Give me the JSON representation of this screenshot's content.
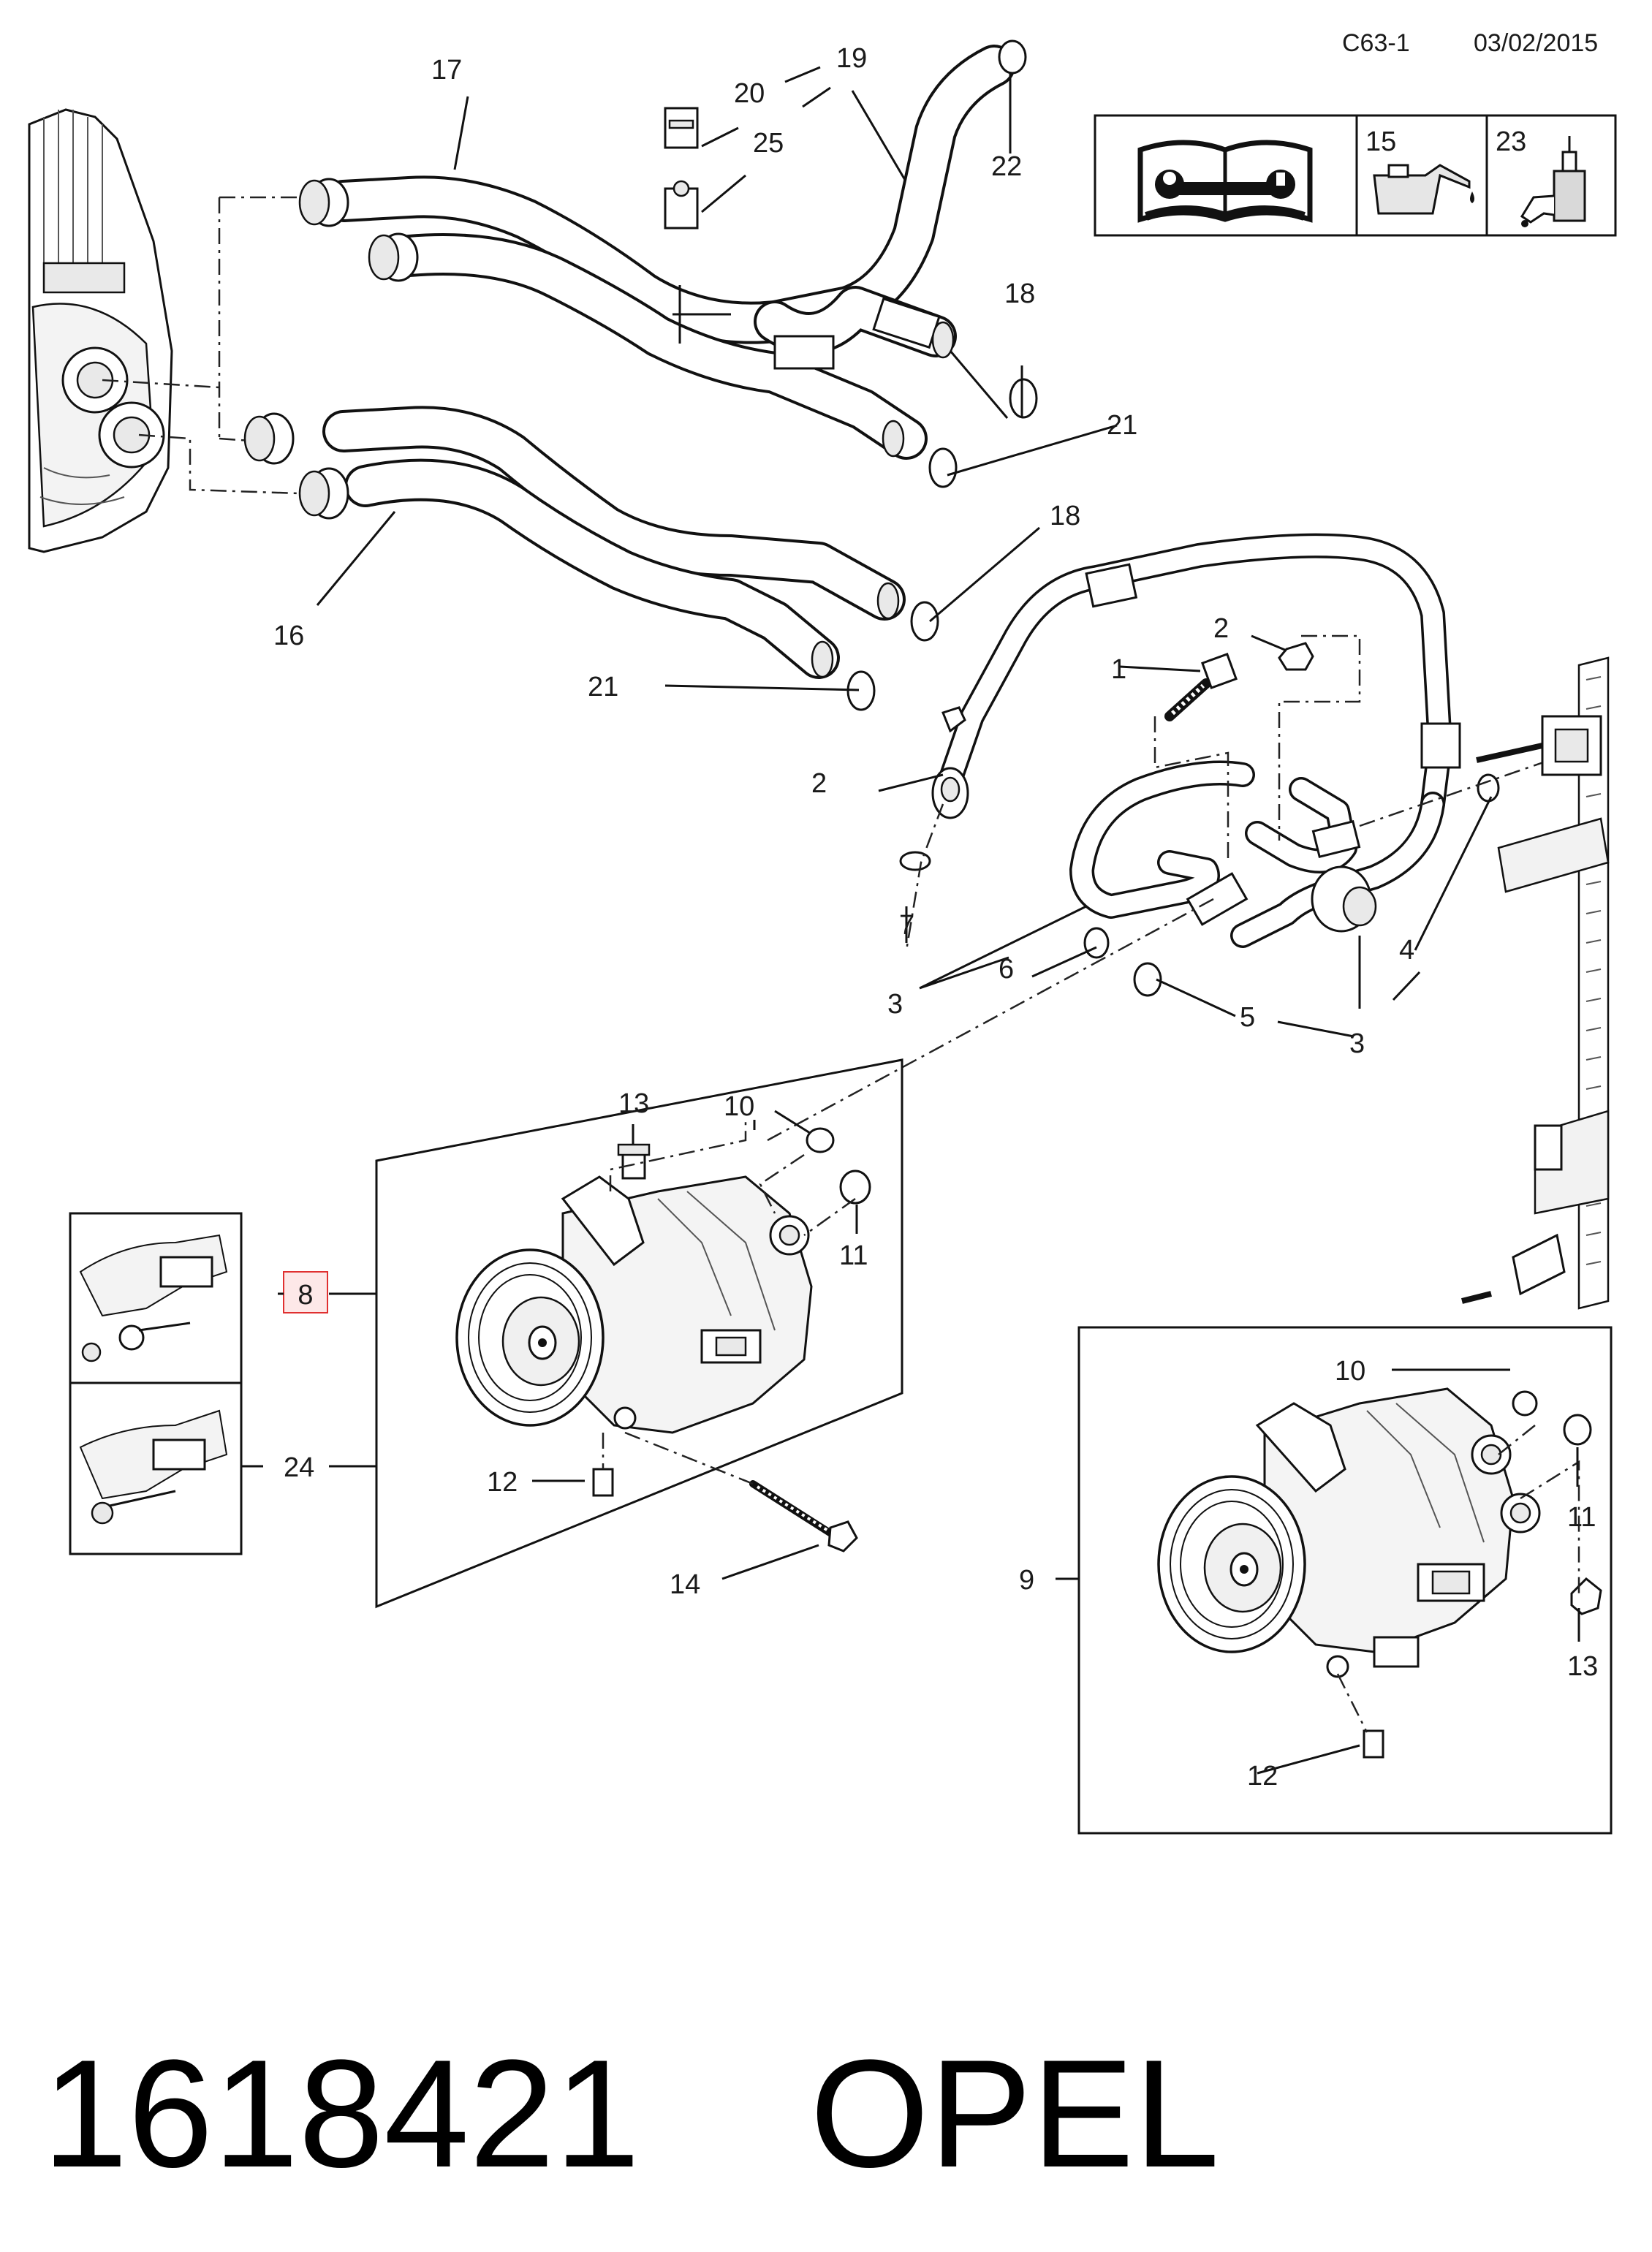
{
  "header": {
    "code": "C63-1",
    "date": "03/02/2015"
  },
  "legend": {
    "manual_icon": "repair-manual-icon",
    "item_15": "15",
    "item_15_icon": "oil-can-icon",
    "item_23": "23",
    "item_23_icon": "sealant-bottle-icon"
  },
  "callouts": {
    "c1": "1",
    "c2a": "2",
    "c2b": "2",
    "c3a": "3",
    "c3b": "3",
    "c4": "4",
    "c5": "5",
    "c6": "6",
    "c7": "7",
    "c8": "8",
    "c9": "9",
    "c10a": "10",
    "c10b": "10",
    "c11a": "11",
    "c11b": "11",
    "c12a": "12",
    "c12b": "12",
    "c13a": "13",
    "c13b": "13",
    "c14": "14",
    "c16": "16",
    "c17": "17",
    "c18a": "18",
    "c18b": "18",
    "c19": "19",
    "c20": "20",
    "c21a": "21",
    "c21b": "21",
    "c22": "22",
    "c24": "24",
    "c25": "25"
  },
  "highlight": {
    "selected_callout": "8",
    "color": "#e03030",
    "fill": "#fde8e8"
  },
  "footer": {
    "part_number": "1618421",
    "brand": "OPEL"
  }
}
